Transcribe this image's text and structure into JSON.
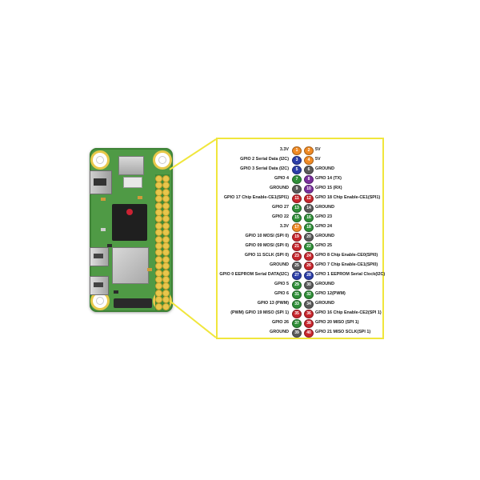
{
  "colors": {
    "3.3V": "#f08a24",
    "5V": "#f08a24",
    "GROUND": "#5a5a5a",
    "GPIO": "#2f8f38",
    "I2C": "#2b3ea8",
    "UART": "#7a2f9c",
    "SPI": "#c8262d",
    "callout": "#f0e63c"
  },
  "pins": [
    {
      "num": "1",
      "label": "3.3V",
      "type": "3.3V"
    },
    {
      "num": "2",
      "label": "5V",
      "type": "5V"
    },
    {
      "num": "3",
      "label": "GPIO 2 Serial Data (I2C)",
      "type": "I2C"
    },
    {
      "num": "4",
      "label": "5V",
      "type": "5V"
    },
    {
      "num": "5",
      "label": "GPIO 3 Serial Data (I2C)",
      "type": "I2C"
    },
    {
      "num": "6",
      "label": "GROUND",
      "type": "GROUND"
    },
    {
      "num": "7",
      "label": "GPIO 4",
      "type": "GPIO"
    },
    {
      "num": "8",
      "label": "GPIO 14 (TX)",
      "type": "UART"
    },
    {
      "num": "9",
      "label": "GROUND",
      "type": "GROUND"
    },
    {
      "num": "10",
      "label": "GPIO 15 (RX)",
      "type": "UART"
    },
    {
      "num": "11",
      "label": "GPIO 17 Chip Enable-CE1(SPI1)",
      "type": "SPI"
    },
    {
      "num": "12",
      "label": "GPIO 18 Chip Enable-CE1(SPI1)",
      "type": "SPI"
    },
    {
      "num": "13",
      "label": "GPIO 27",
      "type": "GPIO"
    },
    {
      "num": "14",
      "label": "GROUND",
      "type": "GROUND"
    },
    {
      "num": "15",
      "label": "GPIO 22",
      "type": "GPIO"
    },
    {
      "num": "16",
      "label": "GPIO 23",
      "type": "GPIO"
    },
    {
      "num": "17",
      "label": "3.3V",
      "type": "3.3V"
    },
    {
      "num": "18",
      "label": "GPIO 24",
      "type": "GPIO"
    },
    {
      "num": "19",
      "label": "GPIO 10 MOSI (SPI 0)",
      "type": "SPI"
    },
    {
      "num": "20",
      "label": "GROUND",
      "type": "GROUND"
    },
    {
      "num": "21",
      "label": "GPIO 09 MOSI (SPI 0)",
      "type": "SPI"
    },
    {
      "num": "22",
      "label": "GPIO 25",
      "type": "GPIO"
    },
    {
      "num": "23",
      "label": "GPIO 11 SCLK (SPI 0)",
      "type": "SPI"
    },
    {
      "num": "24",
      "label": "GPIO 8 Chip Enable-CE0(SPI0)",
      "type": "SPI"
    },
    {
      "num": "25",
      "label": "GROUND",
      "type": "GROUND"
    },
    {
      "num": "26",
      "label": "GPIO 7 Chip Enable-CE1(SPI0)",
      "type": "SPI"
    },
    {
      "num": "27",
      "label": "GPIO 0 EEPROM Serial DATA(I2C)",
      "type": "I2C"
    },
    {
      "num": "28",
      "label": "GPIO 1 EEPROM Serial Clock(I2C)",
      "type": "I2C"
    },
    {
      "num": "29",
      "label": "GPIO 5",
      "type": "GPIO"
    },
    {
      "num": "30",
      "label": "GROUND",
      "type": "GROUND"
    },
    {
      "num": "31",
      "label": "GPIO 6",
      "type": "GPIO"
    },
    {
      "num": "32",
      "label": "GPIO 12(PWM)",
      "type": "GPIO"
    },
    {
      "num": "33",
      "label": "GPIO 13 (PWM)",
      "type": "GPIO"
    },
    {
      "num": "34",
      "label": "GROUND",
      "type": "GROUND"
    },
    {
      "num": "35",
      "label": "(PWM) GPIO 19 MISO (SPI 1)",
      "type": "SPI"
    },
    {
      "num": "36",
      "label": "GPIO 16 Chip Enable-CE2(SPI 1)",
      "type": "SPI"
    },
    {
      "num": "37",
      "label": "GPIO 26",
      "type": "GPIO"
    },
    {
      "num": "38",
      "label": "GPIO 20 MISO (SPI 1)",
      "type": "SPI"
    },
    {
      "num": "39",
      "label": "GROUND",
      "type": "GROUND"
    },
    {
      "num": "40",
      "label": "GPIO 21 MISO SCLK(SPI 1)",
      "type": "SPI"
    }
  ]
}
